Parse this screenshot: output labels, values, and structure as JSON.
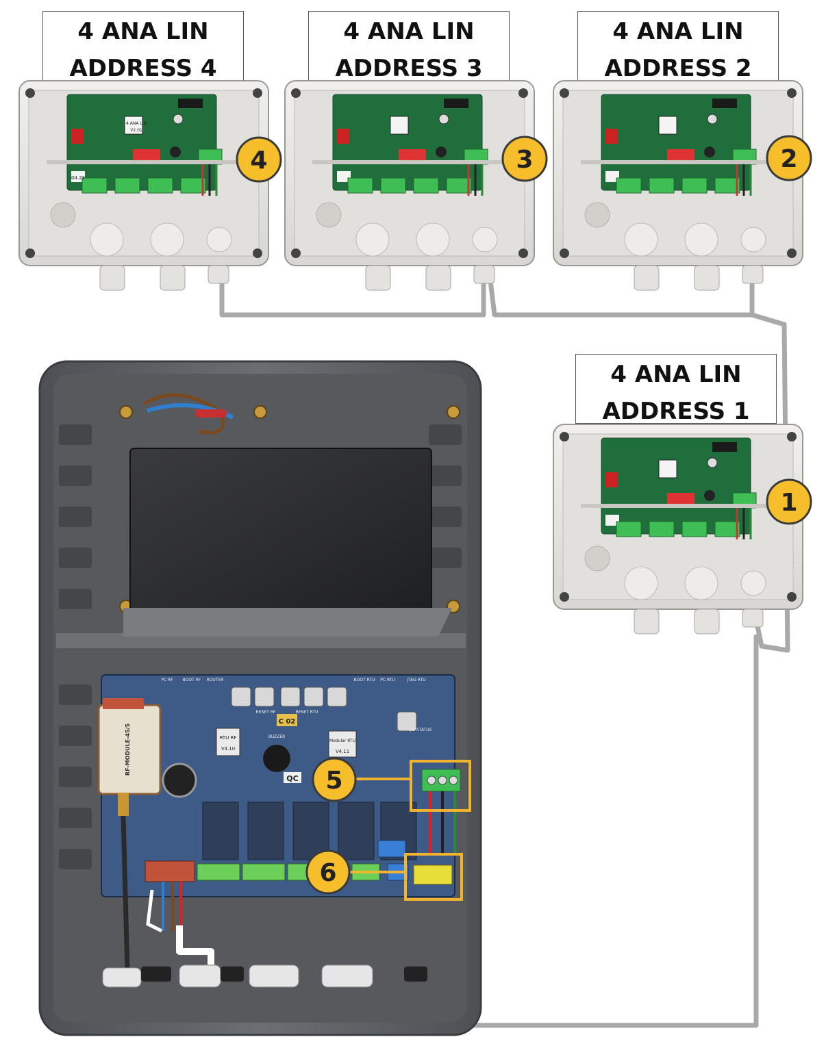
{
  "modules": [
    {
      "line1": "4 ANA LIN",
      "line2": "ADDRESS 4",
      "badge": "4"
    },
    {
      "line1": "4 ANA LIN",
      "line2": "ADDRESS 3",
      "badge": "3"
    },
    {
      "line1": "4 ANA LIN",
      "line2": "ADDRESS 2",
      "badge": "2"
    },
    {
      "line1": "4 ANA LIN",
      "line2": "ADDRESS 1",
      "badge": "1"
    }
  ],
  "pcb_labels": {
    "module_name": "4 ANA LIN",
    "module_version": "V2.01",
    "module_date": "04.23",
    "rtu_rf": "RTU RF",
    "rtu_rf_version": "V4.10",
    "modular_rtu": "Modular RTU",
    "modular_rtu_version": "V4.11",
    "qc": "QC",
    "c02": "C 02",
    "rf_module": "RF-MODULE-45/5",
    "buzzer": "BUZZER",
    "router": "ROUTER",
    "boot_rf": "BOOT RF",
    "boot_rtu": "BOOT RTU",
    "reset_rf": "RESET RF",
    "reset_rtu": "RESET RTU",
    "io_status": "I/O STATUS",
    "jtag_rtu": "JTAG RTU",
    "pc_rf": "PC RF",
    "pc_rtu": "PC RTU"
  },
  "callouts": [
    {
      "badge": "5",
      "target": "bus-terminal"
    },
    {
      "badge": "6",
      "target": "power-terminal"
    }
  ],
  "colors": {
    "badge_fill": "#f6be2a",
    "badge_stroke": "#3a3a3a",
    "highlight": "#f0b42e",
    "cable": "#a9a9a9",
    "pcb_green": "#1f6e3b",
    "pcb_blue": "#3e5a86",
    "terminal_green": "#3fbe55",
    "enclosure": "#e9e7e4",
    "rtu_enclosure": "#5c5f63"
  }
}
